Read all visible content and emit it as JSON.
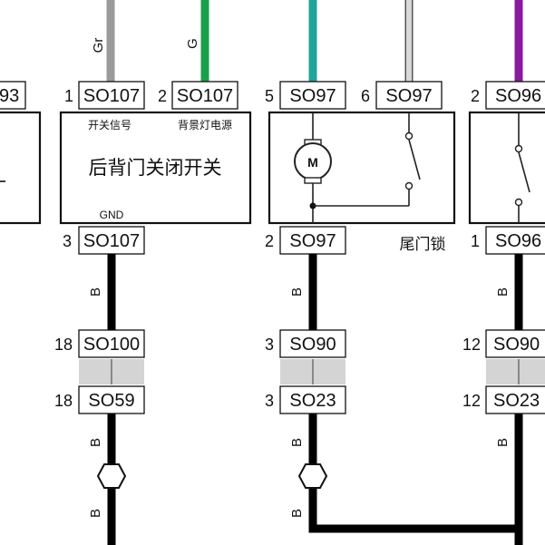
{
  "components": {
    "left_partial": {
      "connector": "93"
    },
    "rear_door_switch": {
      "name": "后背门关闭开关",
      "signal_label": "开关信号",
      "backlight_label": "背景灯电源",
      "gnd_label": "GND",
      "pin1": {
        "pin": "1",
        "connector": "SO107"
      },
      "pin2": {
        "pin": "2",
        "connector": "SO107"
      },
      "pin3": {
        "pin": "3",
        "connector": "SO107"
      }
    },
    "tailgate_lock": {
      "name": "尾门锁",
      "motor_symbol": "M",
      "pin5": {
        "pin": "5",
        "connector": "SO97"
      },
      "pin6": {
        "pin": "6",
        "connector": "SO97"
      },
      "pin2": {
        "pin": "2",
        "connector": "SO97"
      }
    },
    "right_partial": {
      "top": {
        "pin": "2",
        "connector": "SO96"
      },
      "bottom": {
        "pin": "1",
        "connector": "SO96"
      }
    }
  },
  "inline_connectors": [
    {
      "top": {
        "pin": "18",
        "connector": "SO100"
      },
      "bottom": {
        "pin": "18",
        "connector": "SO59"
      }
    },
    {
      "top": {
        "pin": "3",
        "connector": "SO90"
      },
      "bottom": {
        "pin": "3",
        "connector": "SO23"
      }
    },
    {
      "top": {
        "pin": "12",
        "connector": "SO90"
      },
      "bottom": {
        "pin": "12",
        "connector": "SO23"
      }
    }
  ],
  "wire_labels": {
    "gray": "Gr",
    "green": "G",
    "black": "B"
  },
  "colors": {
    "gray_wire": "#9a9a9a",
    "green_wire": "#1aa04a",
    "teal_wire": "#1fa59a",
    "white_wire": "#d8d8d8",
    "purple_wire": "#8a1aa0",
    "black_wire": "#000000",
    "connector_band": "#d4d4d4"
  }
}
